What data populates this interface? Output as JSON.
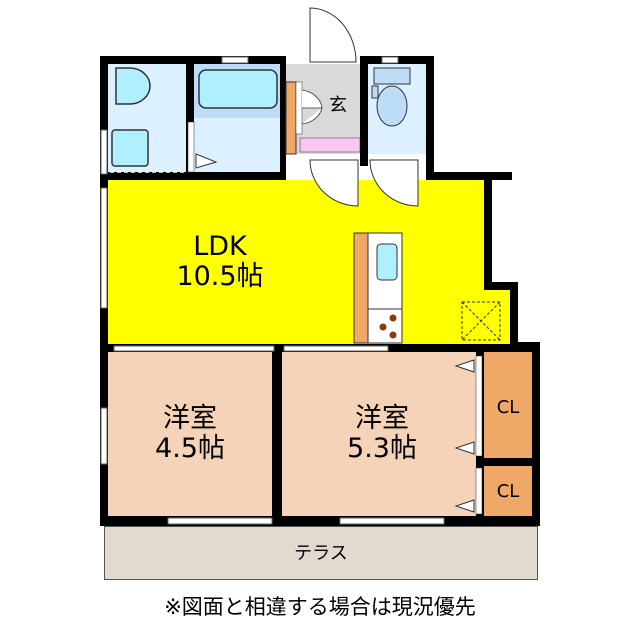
{
  "floorplan": {
    "rooms": {
      "ldk": {
        "name": "LDK",
        "size": "10.5帖",
        "color": "#ffff00"
      },
      "western1": {
        "name": "洋室",
        "size": "4.5帖",
        "color": "#f5d3b8"
      },
      "western2": {
        "name": "洋室",
        "size": "5.3帖",
        "color": "#f5d3b8"
      },
      "entrance": {
        "name": "玄",
        "color": "#d9d9d9"
      },
      "closet1": {
        "name": "CL",
        "color": "#f0a868"
      },
      "closet2": {
        "name": "CL",
        "color": "#f0a868"
      },
      "terrace": {
        "name": "テラス",
        "color": "#e2d9d0"
      },
      "washroom": {
        "color": "#ddf0ff"
      },
      "bathroom": {
        "color": "#ddf0ff"
      },
      "toilet": {
        "color": "#ddf0ff"
      }
    },
    "fixtures": [
      "washbasin-icon",
      "washing-machine-icon",
      "bathtub-icon",
      "toilet-icon",
      "kitchen-sink-icon",
      "stove-icon",
      "refrigerator-space-icon",
      "shoe-cabinet-icon"
    ],
    "wall_color": "#000000"
  },
  "footer": {
    "note": "※図面と相違する場合は現況優先"
  }
}
